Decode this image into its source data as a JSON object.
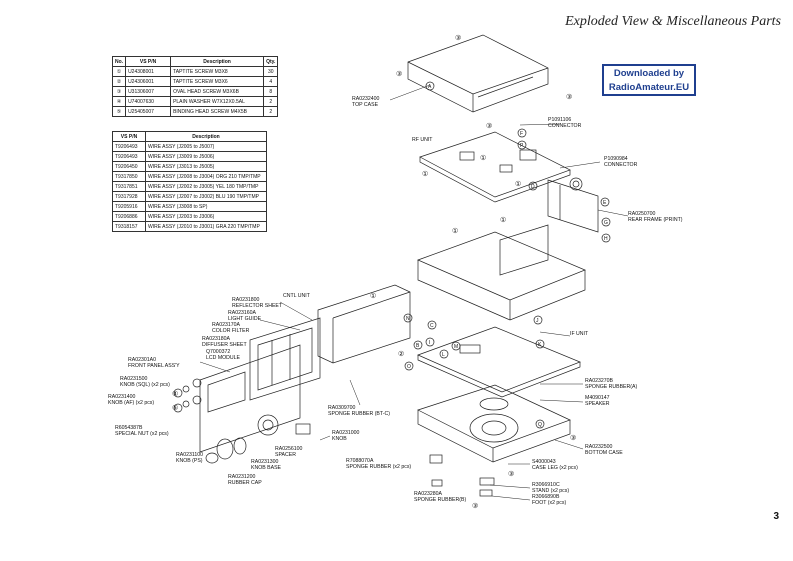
{
  "header": {
    "title": "Exploded View & Miscellaneous Parts",
    "badge_line1": "Downloaded by",
    "badge_line2": "RadioAmateur.EU"
  },
  "screw_table": {
    "columns": [
      "No.",
      "VS P/N",
      "Description",
      "Qty."
    ],
    "rows": [
      [
        "①",
        "U24308001",
        "TAPTITE SCREW M3X8",
        "30"
      ],
      [
        "②",
        "U24306001",
        "TAPTITE SCREW M3X6",
        "4"
      ],
      [
        "③",
        "U31306007",
        "OVAL HEAD SCREW M3X6B",
        "8"
      ],
      [
        "④",
        "U74007630",
        "PLAIN WASHER W7X12X0.5AL",
        "2"
      ],
      [
        "⑤",
        "U25405007",
        "BINDING HEAD SCREW M4X5B",
        "2"
      ]
    ]
  },
  "wire_table": {
    "columns": [
      "VS P/N",
      "Description"
    ],
    "rows": [
      [
        "T9206493",
        "WIRE ASSY (J2005 to J5007)"
      ],
      [
        "T9206493",
        "WIRE ASSY (J3009 to J5006)"
      ],
      [
        "T9206450",
        "WIRE ASSY (J3013 to J5005)"
      ],
      [
        "T9317850",
        "WIRE ASSY (J2008 to J3004) ORG 210 TMP/TMP"
      ],
      [
        "T9317851",
        "WIRE ASSY (J2002 to J3005) YEL 180 TMP/TMP"
      ],
      [
        "T9317928",
        "WIRE ASSY (J2007 to J3002) BLU 190 TMP/TMP"
      ],
      [
        "T9205916",
        "WIRE ASSY (J3008 to SP)"
      ],
      [
        "T9206886",
        "WIRE ASSY (J2003 to J3006)"
      ],
      [
        "T9318157",
        "WIRE ASSY (J2010 to J3001) GRA 220 TMP/TMP"
      ]
    ]
  },
  "callouts": {
    "top_case": [
      "RA0232400",
      "TOP CASE"
    ],
    "connector1": [
      "P1091106",
      "CONNECTOR"
    ],
    "rf_unit": "RF UNIT",
    "connector2": [
      "P1090984",
      "CONNECTOR"
    ],
    "rear_frame": [
      "RA0250700",
      "REAR FRAME (PRINT)"
    ],
    "reflector": [
      "RA0231800",
      "REFLECTOR SHEET"
    ],
    "light_guide": [
      "RA023160A",
      "LIGHT GUIDE"
    ],
    "color_filter": [
      "RA023170A",
      "COLOR FILTER"
    ],
    "diffuser": [
      "RA023180A",
      "DIFFUSER SHEET"
    ],
    "lcd": [
      "Q7000372",
      "LCD MODULE"
    ],
    "cntl_unit": "CNTL UNIT",
    "if_unit": "IF UNIT",
    "front_panel": [
      "RA02301A0",
      "FRONT PANEL ASS'Y"
    ],
    "knob_sql": [
      "RA0231500",
      "KNOB (SQL) (x2 pcs)"
    ],
    "knob_af": [
      "RA0231400",
      "KNOB (AF) (x2 pcs)"
    ],
    "special_nut": [
      "R6054387B",
      "SPECIAL NUT (x2 pcs)"
    ],
    "knob_ps": [
      "RA0231100",
      "KNOB (PS)"
    ],
    "knob_base": [
      "RA0231300",
      "KNOB BASE"
    ],
    "rubber_cap": [
      "RA0231200",
      "RUBBER CAP"
    ],
    "spacer": [
      "RA0256100",
      "SPACER"
    ],
    "knob": [
      "RA0231000",
      "KNOB"
    ],
    "sponge_btc": [
      "RA0309700",
      "SPONGE RUBBER (BT-C)"
    ],
    "sponge_a": [
      "RA023270B",
      "SPONGE RUBBER(A)"
    ],
    "speaker": [
      "M4090147",
      "SPEAKER"
    ],
    "bottom_case": [
      "RA0232500",
      "BOTTOM CASE"
    ],
    "sponge_x2": [
      "R7088070A",
      "SPONGE RUBBER (x2 pcs)"
    ],
    "case_leg": [
      "S4000043",
      "CASE LEG (x2 pcs)"
    ],
    "sponge_b": [
      "RA023280A",
      "SPONGE RUBBER(B)"
    ],
    "stand": [
      "R3066910C",
      "STAND (x2 pcs)"
    ],
    "foot": [
      "R3066890B",
      "FOOT (x2 pcs)"
    ]
  },
  "markers": [
    "A",
    "B",
    "C",
    "D",
    "E",
    "F",
    "G",
    "H",
    "I",
    "J",
    "K",
    "L",
    "M",
    "N",
    "O",
    "P",
    "Q"
  ],
  "screw_numbers": [
    "①",
    "②",
    "③",
    "④",
    "⑤"
  ],
  "footer": {
    "page_number": "3"
  }
}
